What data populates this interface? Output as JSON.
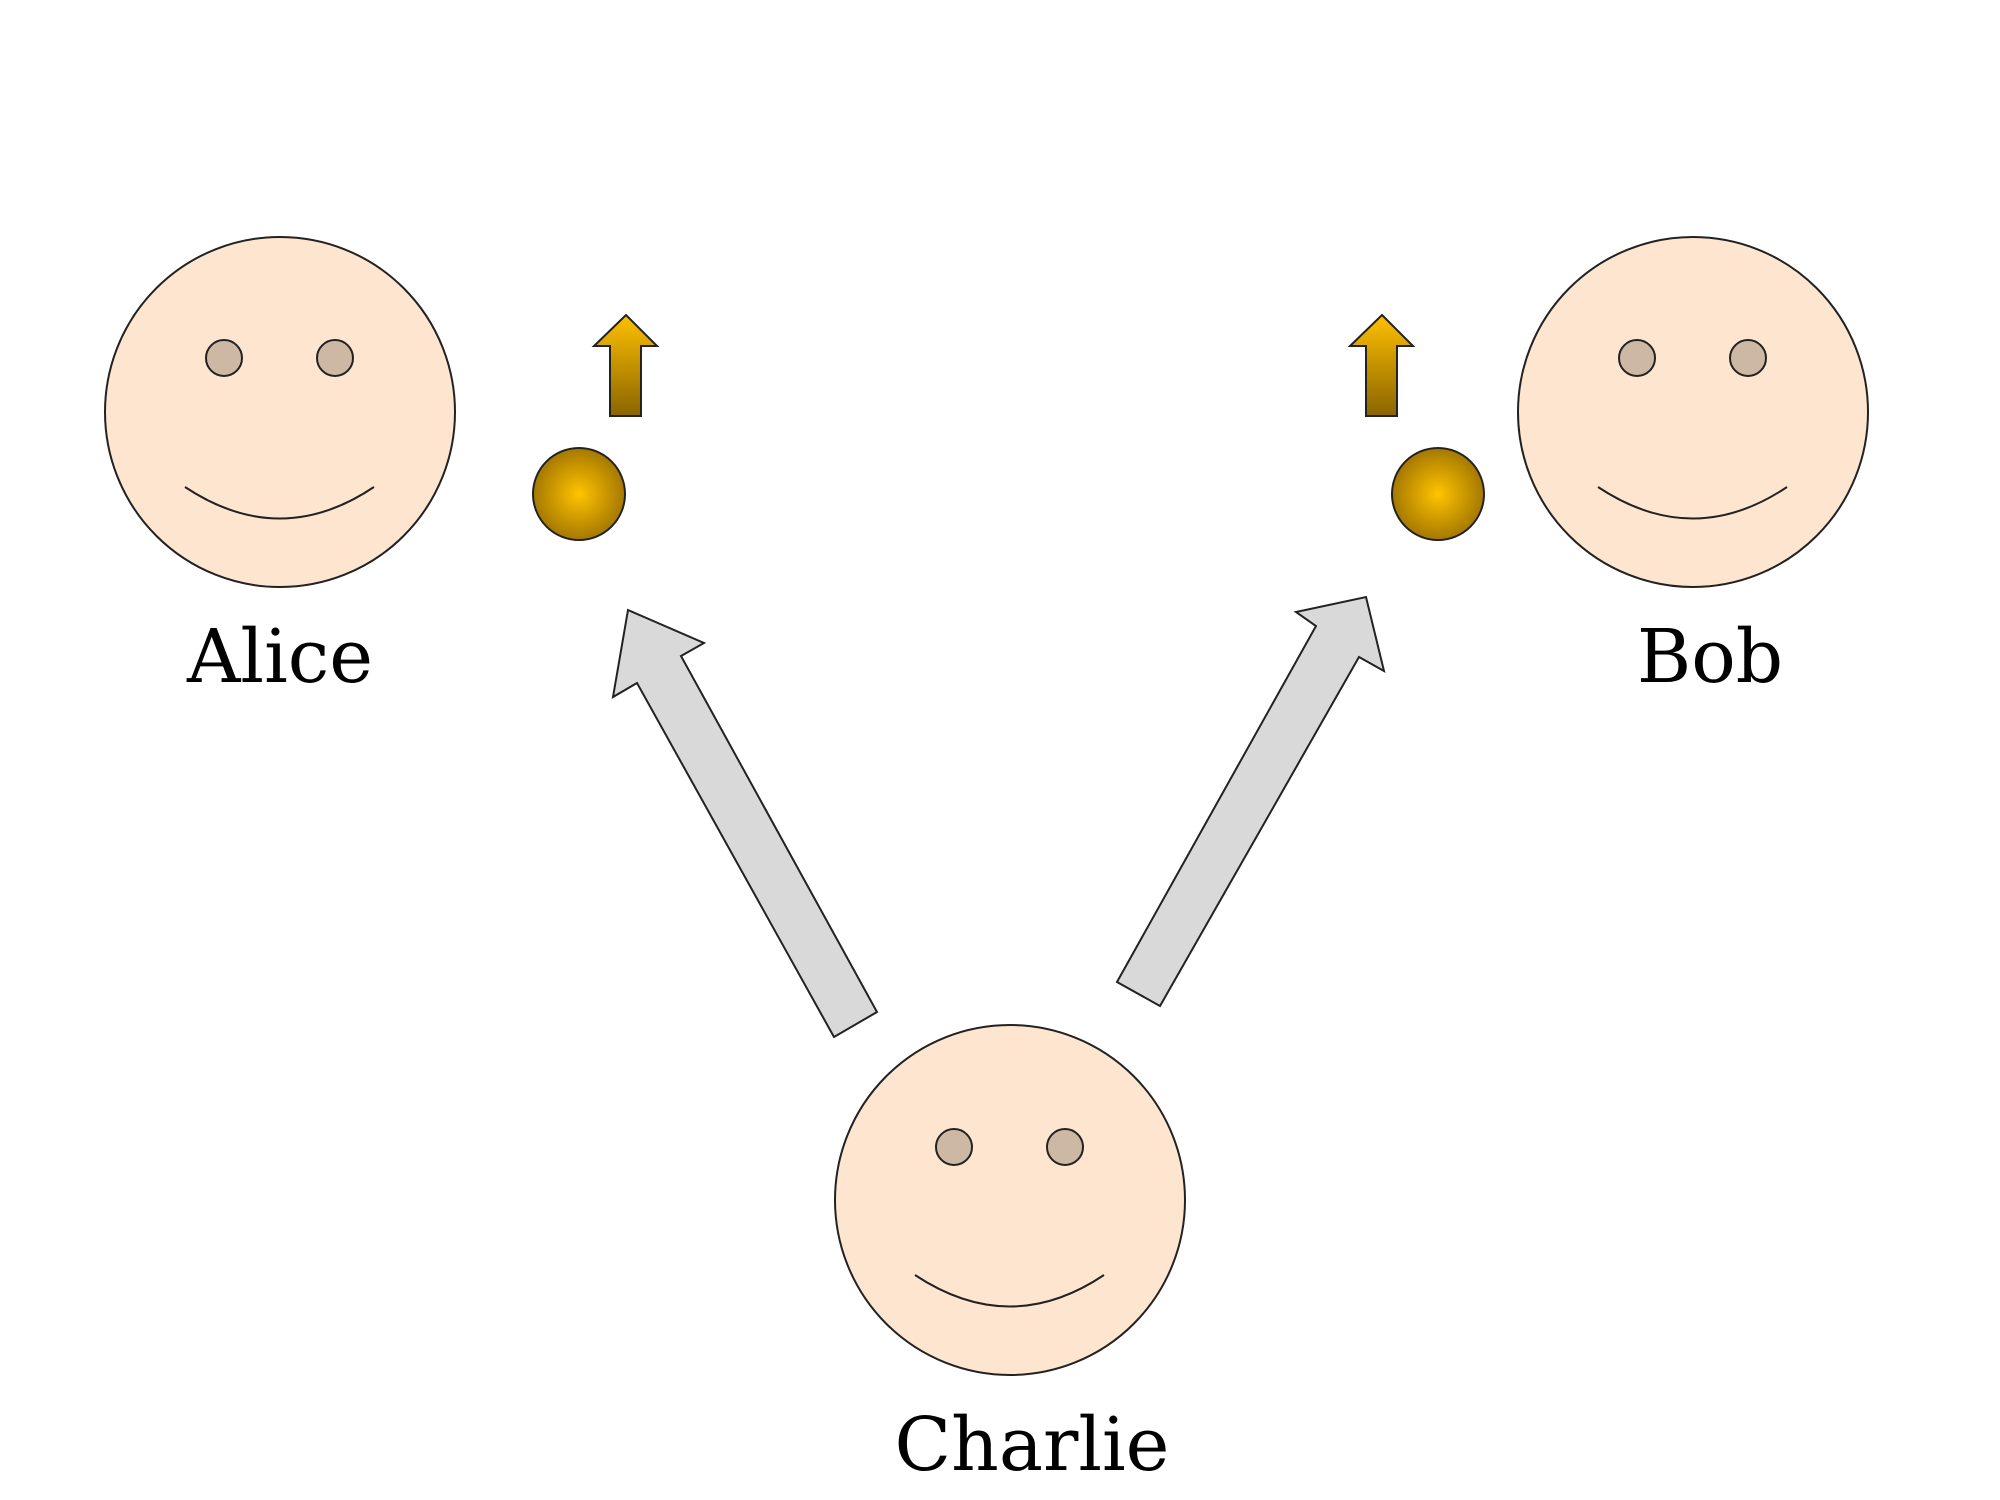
{
  "people": [
    {
      "id": "alice",
      "name": "Alice"
    },
    {
      "id": "bob",
      "name": "Bob"
    },
    {
      "id": "charlie",
      "name": "Charlie"
    }
  ],
  "particles": [
    {
      "owner": "alice",
      "spin": "up"
    },
    {
      "owner": "bob",
      "spin": "up"
    }
  ],
  "arrows": [
    {
      "from": "charlie",
      "to": "alice"
    },
    {
      "from": "charlie",
      "to": "bob"
    }
  ],
  "colors": {
    "face_fill": "#fde5cf",
    "eye_fill": "#cdb8a3",
    "outline": "#222222",
    "particle_center": "#ffc000",
    "particle_edge": "#a77a00",
    "arrow_fill": "#d9d9d9"
  }
}
